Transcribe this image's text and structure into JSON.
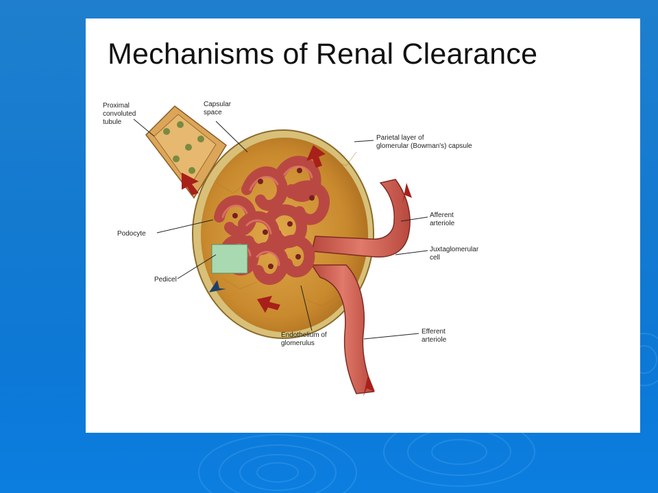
{
  "slide": {
    "title": "Mechanisms of Renal Clearance"
  },
  "labels": {
    "proximal": [
      "Proximal",
      "convoluted",
      "tubule"
    ],
    "capsular": [
      "Capsular",
      "space"
    ],
    "parietal": [
      "Parietal layer of",
      "glomerular (Bowman's) capsule"
    ],
    "afferent": [
      "Afferent",
      "arteriole"
    ],
    "juxta": [
      "Juxtaglomerular",
      "cell"
    ],
    "podocyte": [
      "Podocyte"
    ],
    "pedicel": [
      "Pedicel"
    ],
    "endothelium": [
      "Endothelium of",
      "glomerulus"
    ],
    "efferent": [
      "Efferent",
      "arteriole"
    ]
  },
  "colors": {
    "background": "#137ad0",
    "capsule_fill": "#c98a2e",
    "capsule_rim": "#d8c078",
    "capillary": "#c9514a",
    "vessel": "#d36a5c",
    "tubule": "#dba65a",
    "highlight": "#a9d9b0",
    "arrow": "#a8201a"
  }
}
